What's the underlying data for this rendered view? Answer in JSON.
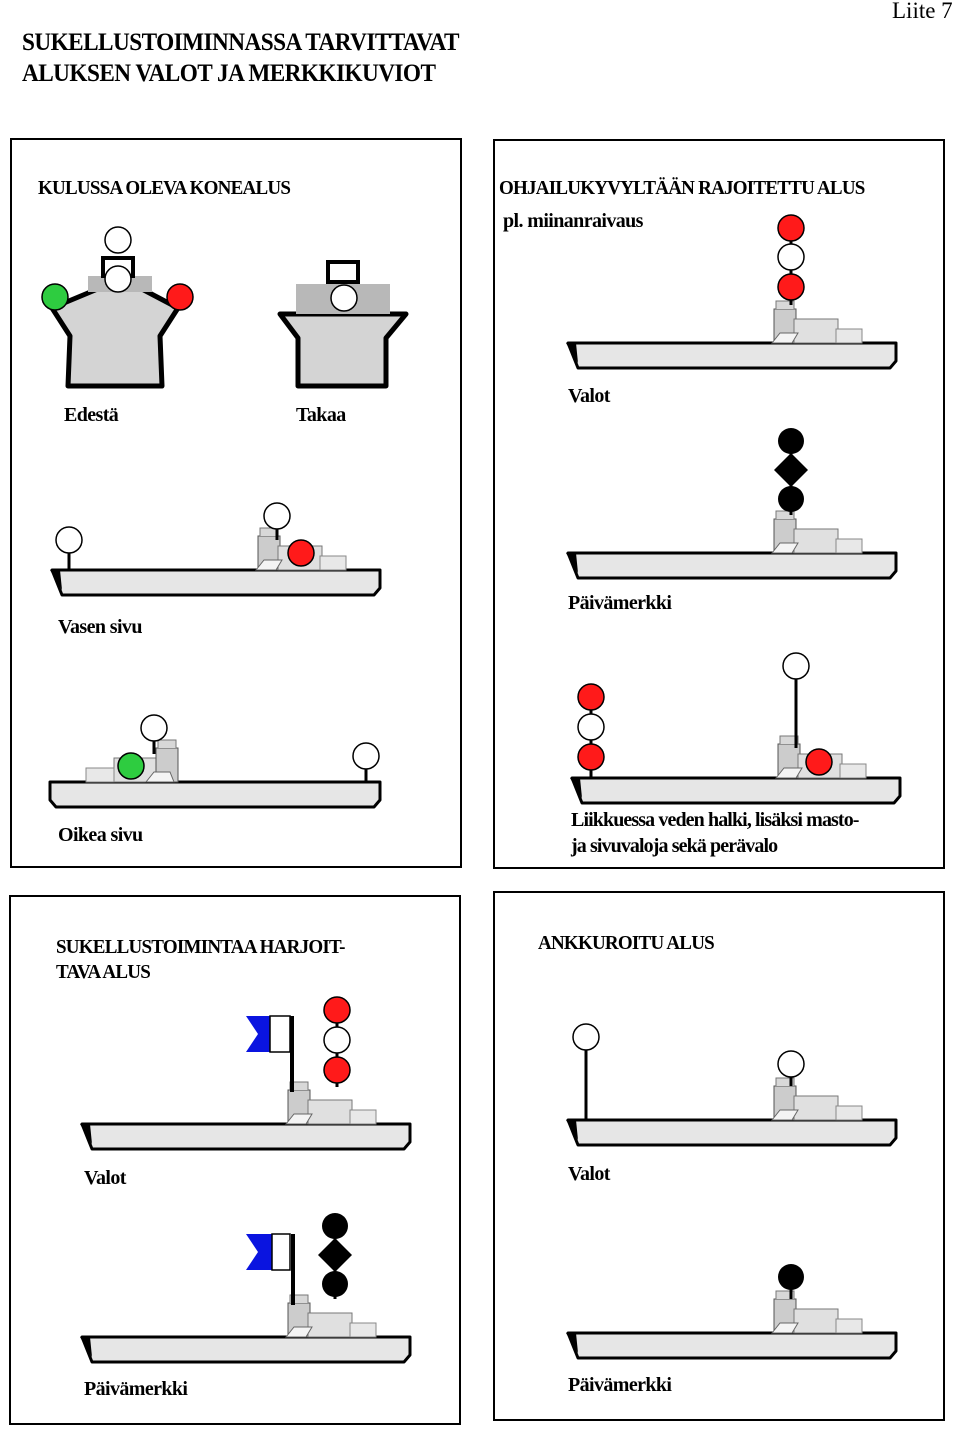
{
  "page": {
    "title_line1": "SUKELLUSTOIMINNASSA TARVITTAVAT",
    "title_line2": "ALUKSEN VALOT JA MERKKIKUVIOT",
    "appendix": "Liite 7"
  },
  "colors": {
    "red": "#ff1a1a",
    "green": "#2ecc40",
    "white": "#ffffff",
    "black": "#000000",
    "hull_gray": "#e6e6e6",
    "superstructure_gray": "#cccccc",
    "flag_blue": "#0a14e0"
  },
  "panels": {
    "underway": {
      "title": "KULUSSA OLEVA KONEALUS",
      "front_label": "Edestä",
      "rear_label": "Takaa",
      "port_label": "Vasen sivu",
      "starboard_label": "Oikea sivu"
    },
    "restricted": {
      "title": "OHJAILUKYVYLTÄÄN RAJOITETTU ALUS",
      "subtitle": "pl. miinanraivaus",
      "lights_label": "Valot",
      "daymark_label": "Päivämerkki",
      "moving_label_line1": "Liikkuessa veden halki, lisäksi masto-",
      "moving_label_line2": "ja sivuvaloja sekä perävalo",
      "lights_column": [
        "red",
        "white",
        "red"
      ],
      "daymark_column": [
        "ball",
        "diamond",
        "ball"
      ]
    },
    "diving": {
      "title_line1": "SUKELLUSTOIMINTAA HARJOIT-",
      "title_line2": "TAVA ALUS",
      "lights_label": "Valot",
      "daymark_label": "Päivämerkki",
      "lights_column": [
        "red",
        "white",
        "red"
      ],
      "daymark_column": [
        "ball",
        "diamond",
        "ball"
      ],
      "flag": "A-flag (blue-white)"
    },
    "anchored": {
      "title": "ANKKUROITU ALUS",
      "lights_label": "Valot",
      "daymark_label": "Päivämerkki",
      "daymark_column": [
        "ball"
      ]
    }
  }
}
